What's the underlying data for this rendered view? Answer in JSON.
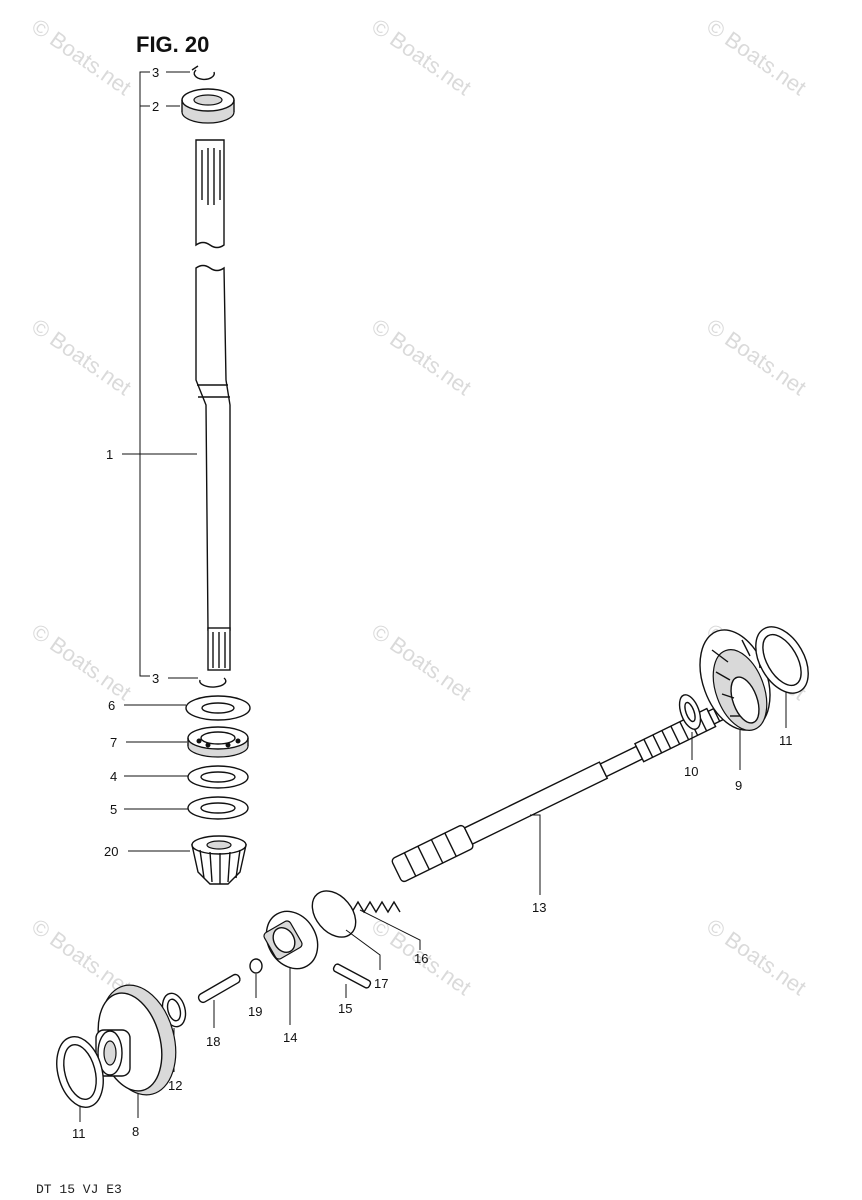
{
  "figure": {
    "title": "FIG. 20"
  },
  "footer": {
    "code": "DT 15 VJ E3"
  },
  "watermark": {
    "text": "© Boats.net"
  },
  "labels": {
    "p1": "1",
    "p2": "2",
    "p3a": "3",
    "p3b": "3",
    "p4": "4",
    "p5": "5",
    "p6": "6",
    "p7": "7",
    "p8": "8",
    "p9": "9",
    "p10": "10",
    "p11a": "11",
    "p11b": "11",
    "p12": "12",
    "p13": "13",
    "p14": "14",
    "p15": "15",
    "p16": "16",
    "p17": "17",
    "p18": "18",
    "p19": "19",
    "p20": "20"
  }
}
